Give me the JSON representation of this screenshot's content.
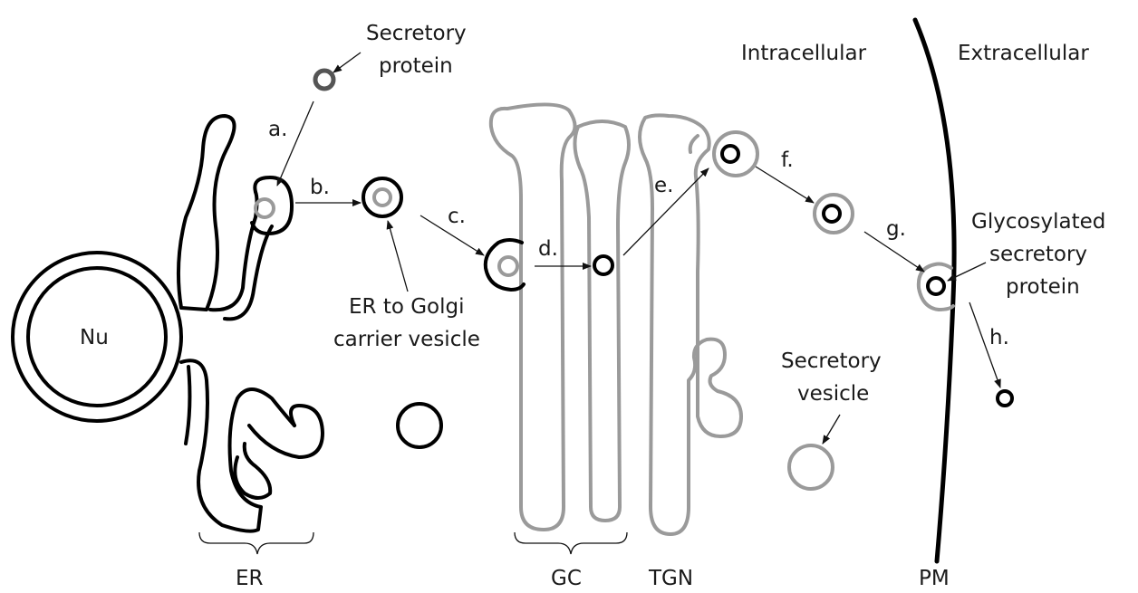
{
  "labels": {
    "secretory_protein_line1": "Secretory",
    "secretory_protein_line2": "protein",
    "intracellular": "Intracellular",
    "extracellular": "Extracellular",
    "nucleus": "Nu",
    "er_golgi_line1": "ER to Golgi",
    "er_golgi_line2": "carrier vesicle",
    "secretory_vesicle_line1": "Secretory",
    "secretory_vesicle_line2": "vesicle",
    "glycosylated_line1": "Glycosylated",
    "glycosylated_line2": "secretory",
    "glycosylated_line3": "protein",
    "er": "ER",
    "gc": "GC",
    "tgn": "TGN",
    "pm": "PM"
  },
  "steps": {
    "a": "a.",
    "b": "b.",
    "c": "c.",
    "d": "d.",
    "e": "e.",
    "f": "f.",
    "g": "g.",
    "h": "h."
  },
  "colors": {
    "outline_black": "#000000",
    "outline_gray": "#9a9a9a",
    "text": "#1a1a1a",
    "background": "#ffffff"
  }
}
